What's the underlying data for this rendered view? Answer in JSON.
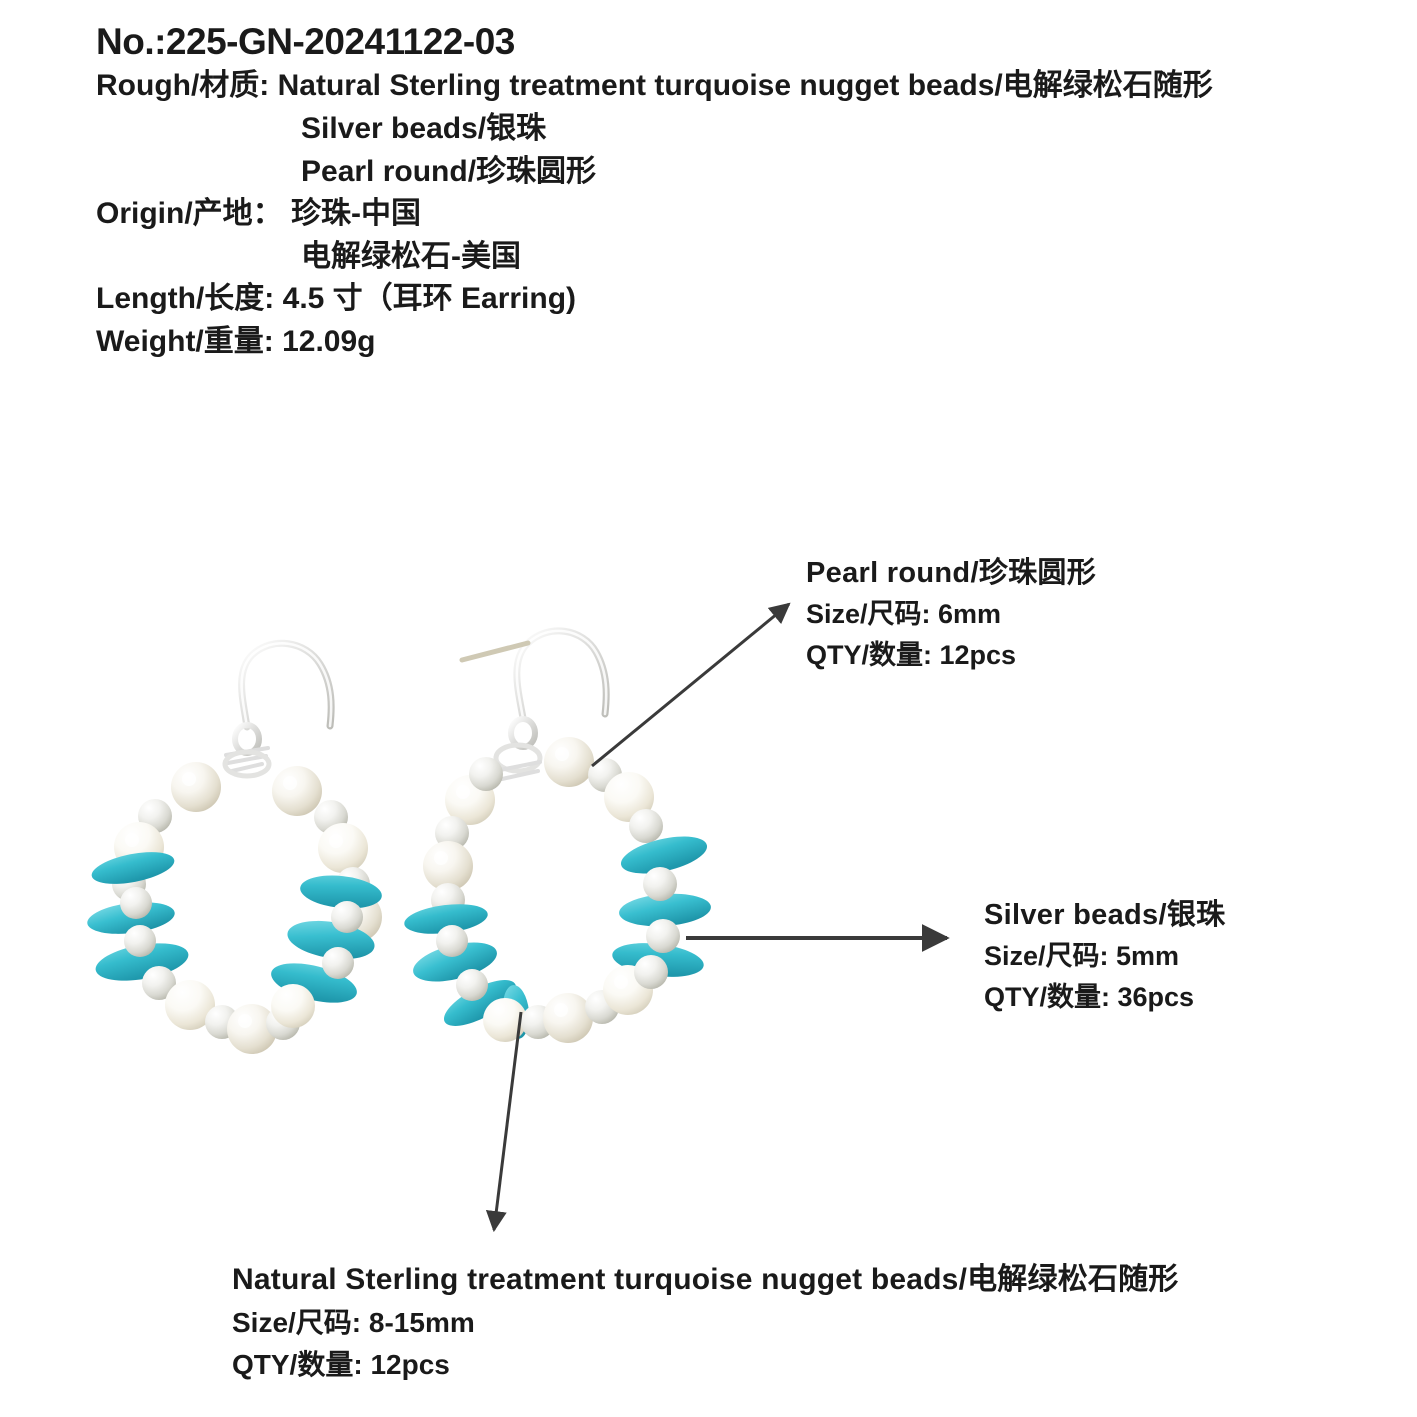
{
  "header": {
    "product_no": "No.:225-GN-20241122-03",
    "rough_label": "Rough/材质:",
    "rough_line1": "Natural Sterling treatment turquoise nugget beads/电解绿松石随形",
    "rough_line2": "Silver beads/银珠",
    "rough_line3": "Pearl round/珍珠圆形",
    "origin_label": "Origin/产地：",
    "origin_line1": "珍珠-中国",
    "origin_line2": "电解绿松石-美国",
    "length": "Length/长度: 4.5 寸（耳环 Earring)",
    "weight": "Weight/重量: 12.09g"
  },
  "callouts": {
    "pearl": {
      "title": "Pearl round/珍珠圆形",
      "size": "Size/尺码: 6mm",
      "qty": "QTY/数量: 12pcs"
    },
    "silver": {
      "title": "Silver beads/银珠",
      "size": "Size/尺码: 5mm",
      "qty": "QTY/数量: 36pcs"
    },
    "turquoise": {
      "title": "Natural Sterling treatment turquoise nugget beads/电解绿松石随形",
      "size": "Size/尺码: 8-15mm",
      "qty": "QTY/数量: 12pcs"
    }
  },
  "photo": {
    "description": "Pair of hoop earrings with pearls, silver beads and turquoise nuggets on French ear wires",
    "item_count": 2
  },
  "colors": {
    "turquoise": "#35bccd",
    "turquoise_dark": "#229eb2",
    "turquoise_light": "#63d2de",
    "pearl": "#f6f4ee",
    "pearl_shade": "#ddd8c8",
    "silver": "#e9e9e6",
    "wire": "#d8d8d6",
    "arrow": "#3a3a3a",
    "text": "#1a1a1a",
    "background": "#ffffff"
  }
}
